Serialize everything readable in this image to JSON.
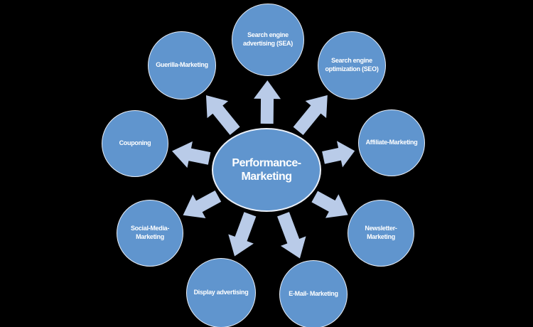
{
  "diagram": {
    "background_color": "#000000",
    "center": {
      "id": "performance-marketing",
      "label": "Performance-\nMarketing"
    },
    "nodes": [
      {
        "id": "sea",
        "label": "Search engine\nadvertising (SEA)"
      },
      {
        "id": "seo",
        "label": "Search engine\noptimization (SEO)"
      },
      {
        "id": "affiliate-marketing",
        "label": "Affiliate-Marketing"
      },
      {
        "id": "newsletter-marketing",
        "label": "Newsletter-Marketing"
      },
      {
        "id": "email-marketing",
        "label": "E-Mail- Marketing"
      },
      {
        "id": "display-advertising",
        "label": "Display advertising"
      },
      {
        "id": "social-media-marketing",
        "label": "Social-Media-\nMarketing"
      },
      {
        "id": "couponing",
        "label": "Couponing"
      },
      {
        "id": "guerilla-marketing",
        "label": "Guerilla-Marketing"
      }
    ],
    "colors": {
      "node_fill": "#6095ce",
      "node_border": "#e9eff8",
      "arrow_fill": "#b9cbe8",
      "text": "#ffffff"
    },
    "arrow_direction": "outward"
  }
}
